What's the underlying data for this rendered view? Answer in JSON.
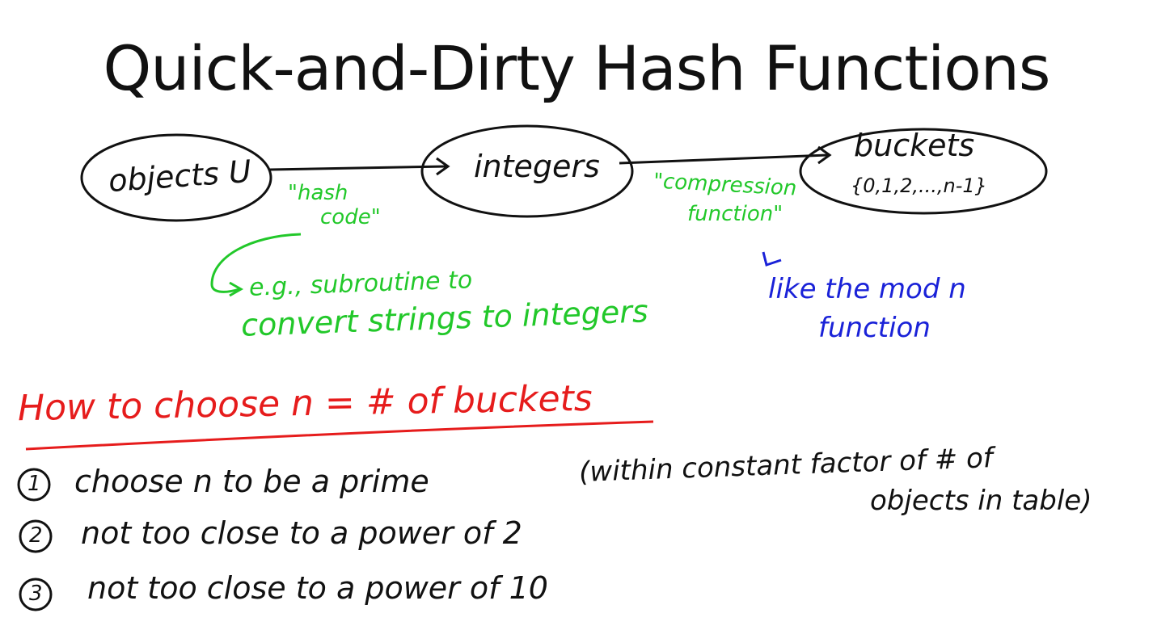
{
  "slide": {
    "title": "Quick-and-Dirty Hash Functions"
  },
  "diagram": {
    "node_objects": "objects U",
    "node_integers": "integers",
    "node_buckets_line1": "buckets",
    "node_buckets_line2": "{0,1,2,...,n-1}",
    "edge1_label_line1": "\"hash",
    "edge1_label_line2": "code\"",
    "edge2_label_line1": "\"compression",
    "edge2_label_line2": "function\""
  },
  "notes": {
    "green_line1": "e.g., subroutine to",
    "green_line2": "convert strings to integers",
    "blue_line1": "like the mod n",
    "blue_line2": "function"
  },
  "choose": {
    "heading": "How to choose n = # of buckets",
    "items": [
      {
        "num": "1",
        "text": "choose n to be a prime"
      },
      {
        "num": "2",
        "text": "not too close to a power of 2"
      },
      {
        "num": "3",
        "text": "not too close to a power of 10"
      }
    ],
    "aside_line1": "(within constant factor of # of",
    "aside_line2": "objects in table)"
  },
  "colors": {
    "black_ink": "#111111",
    "green_ink": "#22c82a",
    "blue_ink": "#1a22d8",
    "red_ink": "#e61c1c"
  }
}
